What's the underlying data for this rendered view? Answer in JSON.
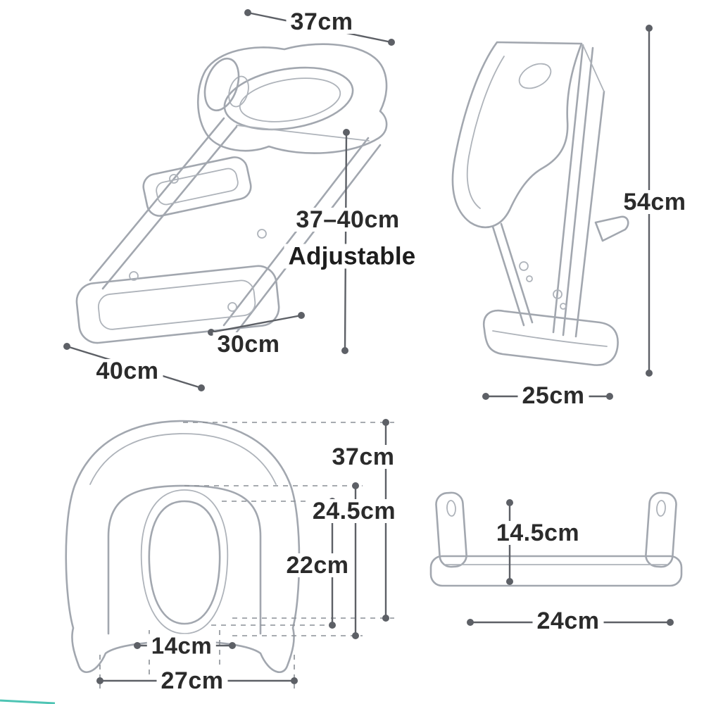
{
  "colors": {
    "background": "#ffffff",
    "line_art": "#a2a7af",
    "dimension_line": "#5d6066",
    "label_text": "#2b2b2b",
    "accent_teal": "#4ec4b4"
  },
  "views": {
    "assembled": {
      "dims": {
        "seat_width": "37cm",
        "height_range": "37–40cm",
        "adjustable_note": "Adjustable",
        "step_depth": "30cm",
        "base_depth": "40cm"
      }
    },
    "folded": {
      "dims": {
        "height": "54cm",
        "base_depth": "25cm"
      }
    },
    "seat_top": {
      "dims": {
        "overall_depth": "37cm",
        "cushion_depth": "24.5cm",
        "opening_depth": "22cm",
        "opening_width": "14cm",
        "cushion_width": "27cm"
      }
    },
    "footboard": {
      "dims": {
        "height": "14.5cm",
        "width": "24cm"
      }
    }
  }
}
